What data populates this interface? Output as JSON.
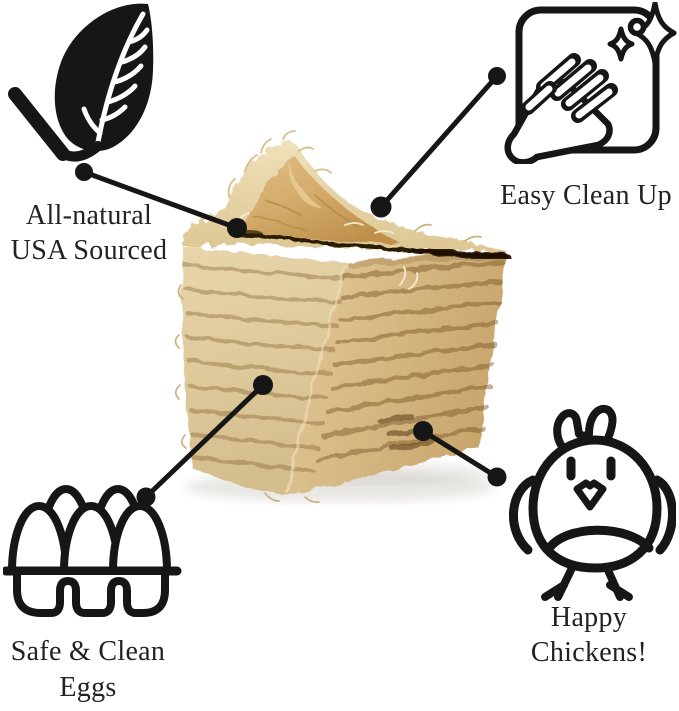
{
  "title": "Chicken nesting pad benefits infographic",
  "colors": {
    "ink": "#161616",
    "text": "#222222",
    "background": "#ffffff",
    "pad-light": "#ecddb6",
    "pad-mid": "#dec593",
    "pad-dark": "#c7a268",
    "flap-tan": "#d2a968",
    "seam": "#2a1a06"
  },
  "product": {
    "alt": "Stacked cube of natural plant-fiber nesting pads with the top pad's corner peeled back revealing its smooth tan underside"
  },
  "callouts": {
    "all_natural": {
      "icon": "leaf-check-icon",
      "lines": [
        "All-natural",
        "USA Sourced"
      ]
    },
    "easy_clean": {
      "icon": "hand-wipe-icon",
      "lines": [
        "Easy Clean Up"
      ]
    },
    "safe_eggs": {
      "icon": "egg-carton-icon",
      "lines": [
        "Safe & Clean",
        "Eggs"
      ]
    },
    "happy_chickens": {
      "icon": "chicken-icon",
      "lines": [
        "Happy",
        "Chickens!"
      ]
    }
  }
}
